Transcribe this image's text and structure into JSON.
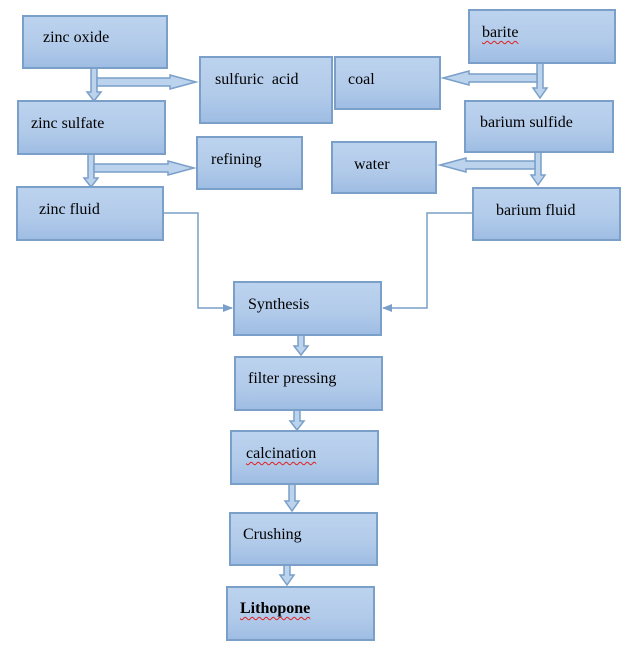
{
  "diagram": {
    "type": "process-flowchart",
    "nodes": {
      "zinc_oxide": "zinc oxide",
      "sulfuric_acid": "sulfuric  acid",
      "zinc_sulfate": "zinc sulfate",
      "refining": "refining",
      "zinc_fluid": "zinc fluid",
      "barite": "barite",
      "coal": "coal",
      "barium_sulfide": "barium sulfide",
      "water": "water",
      "barium_fluid": "barium fluid",
      "synthesis": "Synthesis",
      "filter_pressing": "filter pressing",
      "calcination": "calcination",
      "crushing": "Crushing",
      "lithopone": "Lithopone"
    },
    "edges": [
      {
        "from": "zinc oxide",
        "to": "zinc sulfate",
        "style": "block-arrow"
      },
      {
        "from": "zinc oxide",
        "to": "sulfuric acid",
        "style": "block-arrow"
      },
      {
        "from": "zinc sulfate",
        "to": "zinc fluid",
        "style": "block-arrow"
      },
      {
        "from": "zinc sulfate",
        "to": "refining",
        "style": "block-arrow"
      },
      {
        "from": "barite",
        "to": "barium sulfide",
        "style": "block-arrow"
      },
      {
        "from": "barite",
        "to": "coal",
        "style": "block-arrow"
      },
      {
        "from": "barium sulfide",
        "to": "barium fluid",
        "style": "block-arrow"
      },
      {
        "from": "barium sulfide",
        "to": "water",
        "style": "block-arrow"
      },
      {
        "from": "zinc fluid",
        "to": "Synthesis",
        "style": "elbow-line"
      },
      {
        "from": "barium fluid",
        "to": "Synthesis",
        "style": "elbow-line"
      },
      {
        "from": "Synthesis",
        "to": "filter pressing",
        "style": "block-arrow"
      },
      {
        "from": "filter pressing",
        "to": "calcination",
        "style": "block-arrow"
      },
      {
        "from": "calcination",
        "to": "Crushing",
        "style": "block-arrow"
      },
      {
        "from": "Crushing",
        "to": "Lithopone",
        "style": "block-arrow"
      }
    ]
  },
  "colors": {
    "box_border": "#7a9fc9",
    "box_fill_top": "#bcd3ee",
    "box_fill_bottom": "#9fbde3",
    "connector": "#7a9fc9",
    "spellcheck_underline": "#e02020"
  }
}
